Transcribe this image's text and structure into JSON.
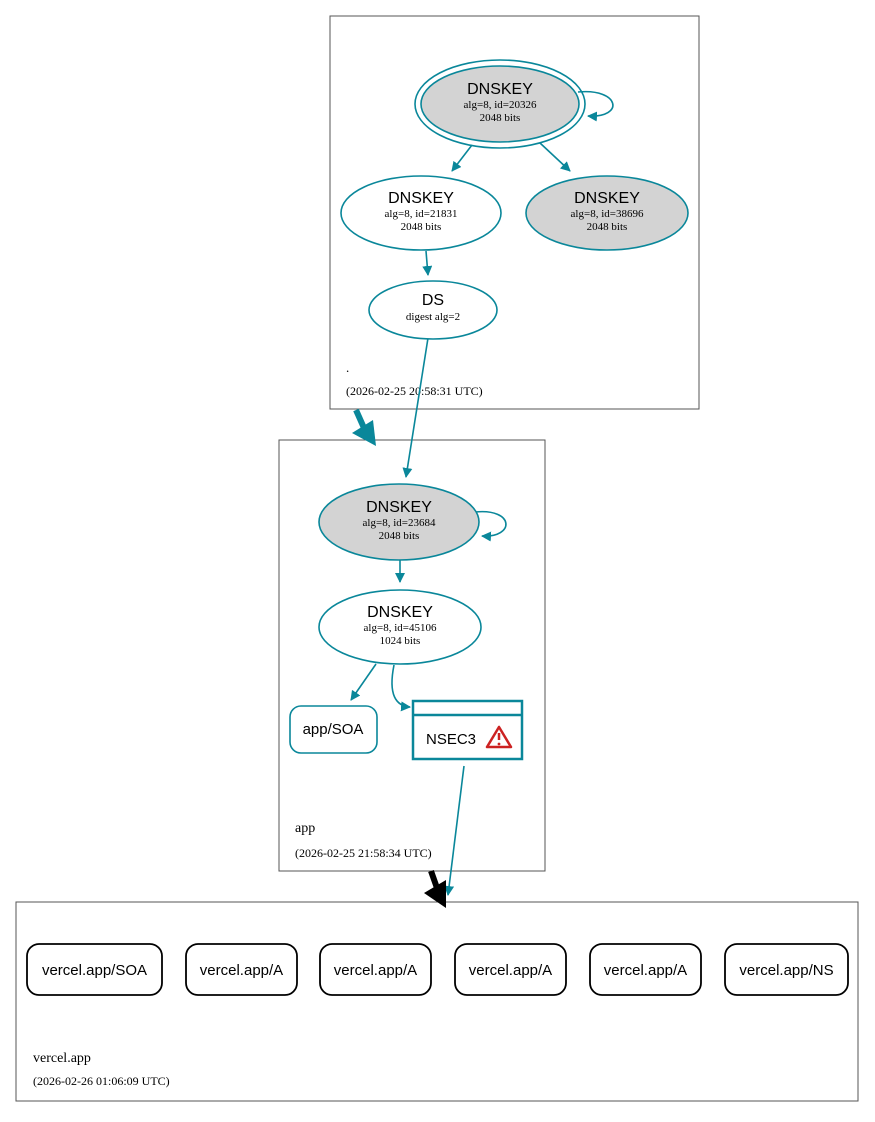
{
  "colors": {
    "teal": "#0a879a",
    "node_fill_gray": "#d3d3d3",
    "black": "#000000",
    "warning_red": "#cc2222"
  },
  "zones": {
    "root": {
      "name": ".",
      "timestamp": "(2026-02-25 20:58:31 UTC)"
    },
    "app": {
      "name": "app",
      "timestamp": "(2026-02-25 21:58:34 UTC)"
    },
    "vercel": {
      "name": "vercel.app",
      "timestamp": "(2026-02-26 01:06:09 UTC)"
    }
  },
  "nodes": {
    "root_ksk": {
      "title": "DNSKEY",
      "line1": "alg=8, id=20326",
      "line2": "2048 bits"
    },
    "root_zsk": {
      "title": "DNSKEY",
      "line1": "alg=8, id=21831",
      "line2": "2048 bits"
    },
    "root_zsk2": {
      "title": "DNSKEY",
      "line1": "alg=8, id=38696",
      "line2": "2048 bits"
    },
    "root_ds": {
      "title": "DS",
      "line1": "digest alg=2"
    },
    "app_ksk": {
      "title": "DNSKEY",
      "line1": "alg=8, id=23684",
      "line2": "2048 bits"
    },
    "app_zsk": {
      "title": "DNSKEY",
      "line1": "alg=8, id=45106",
      "line2": "1024 bits"
    },
    "app_soa": {
      "label": "app/SOA"
    },
    "app_nsec3": {
      "label": "NSEC3",
      "icon": "warning-icon"
    }
  },
  "records": [
    {
      "label": "vercel.app/SOA"
    },
    {
      "label": "vercel.app/A"
    },
    {
      "label": "vercel.app/A"
    },
    {
      "label": "vercel.app/A"
    },
    {
      "label": "vercel.app/A"
    },
    {
      "label": "vercel.app/NS"
    }
  ]
}
